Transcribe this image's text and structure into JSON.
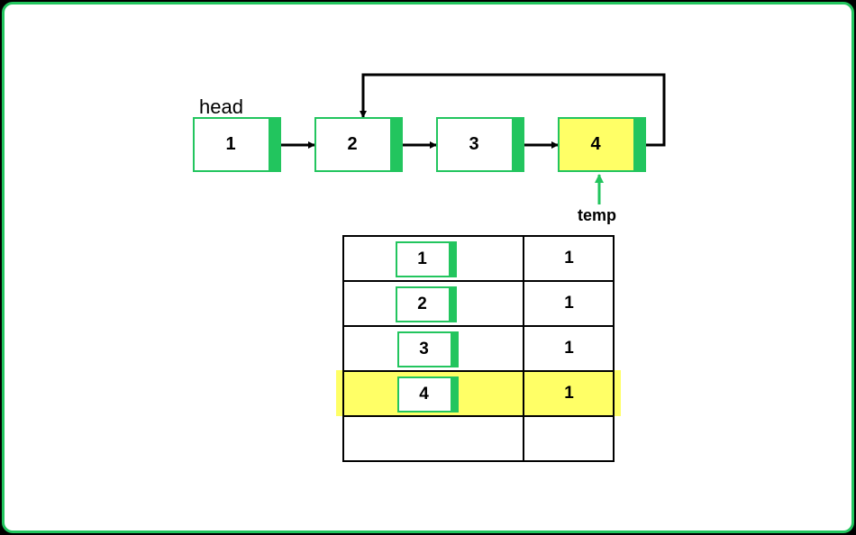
{
  "colors": {
    "accent": "#22c55e",
    "highlight": "#ffff66",
    "line": "#000000"
  },
  "list": {
    "head_label": "head",
    "temp_label": "temp",
    "nodes": [
      "1",
      "2",
      "3",
      "4"
    ]
  },
  "table": {
    "rows": [
      {
        "key": "1",
        "count": "1"
      },
      {
        "key": "2",
        "count": "1"
      },
      {
        "key": "3",
        "count": "1"
      },
      {
        "key": "4",
        "count": "1"
      },
      {
        "key": "",
        "count": ""
      }
    ]
  }
}
